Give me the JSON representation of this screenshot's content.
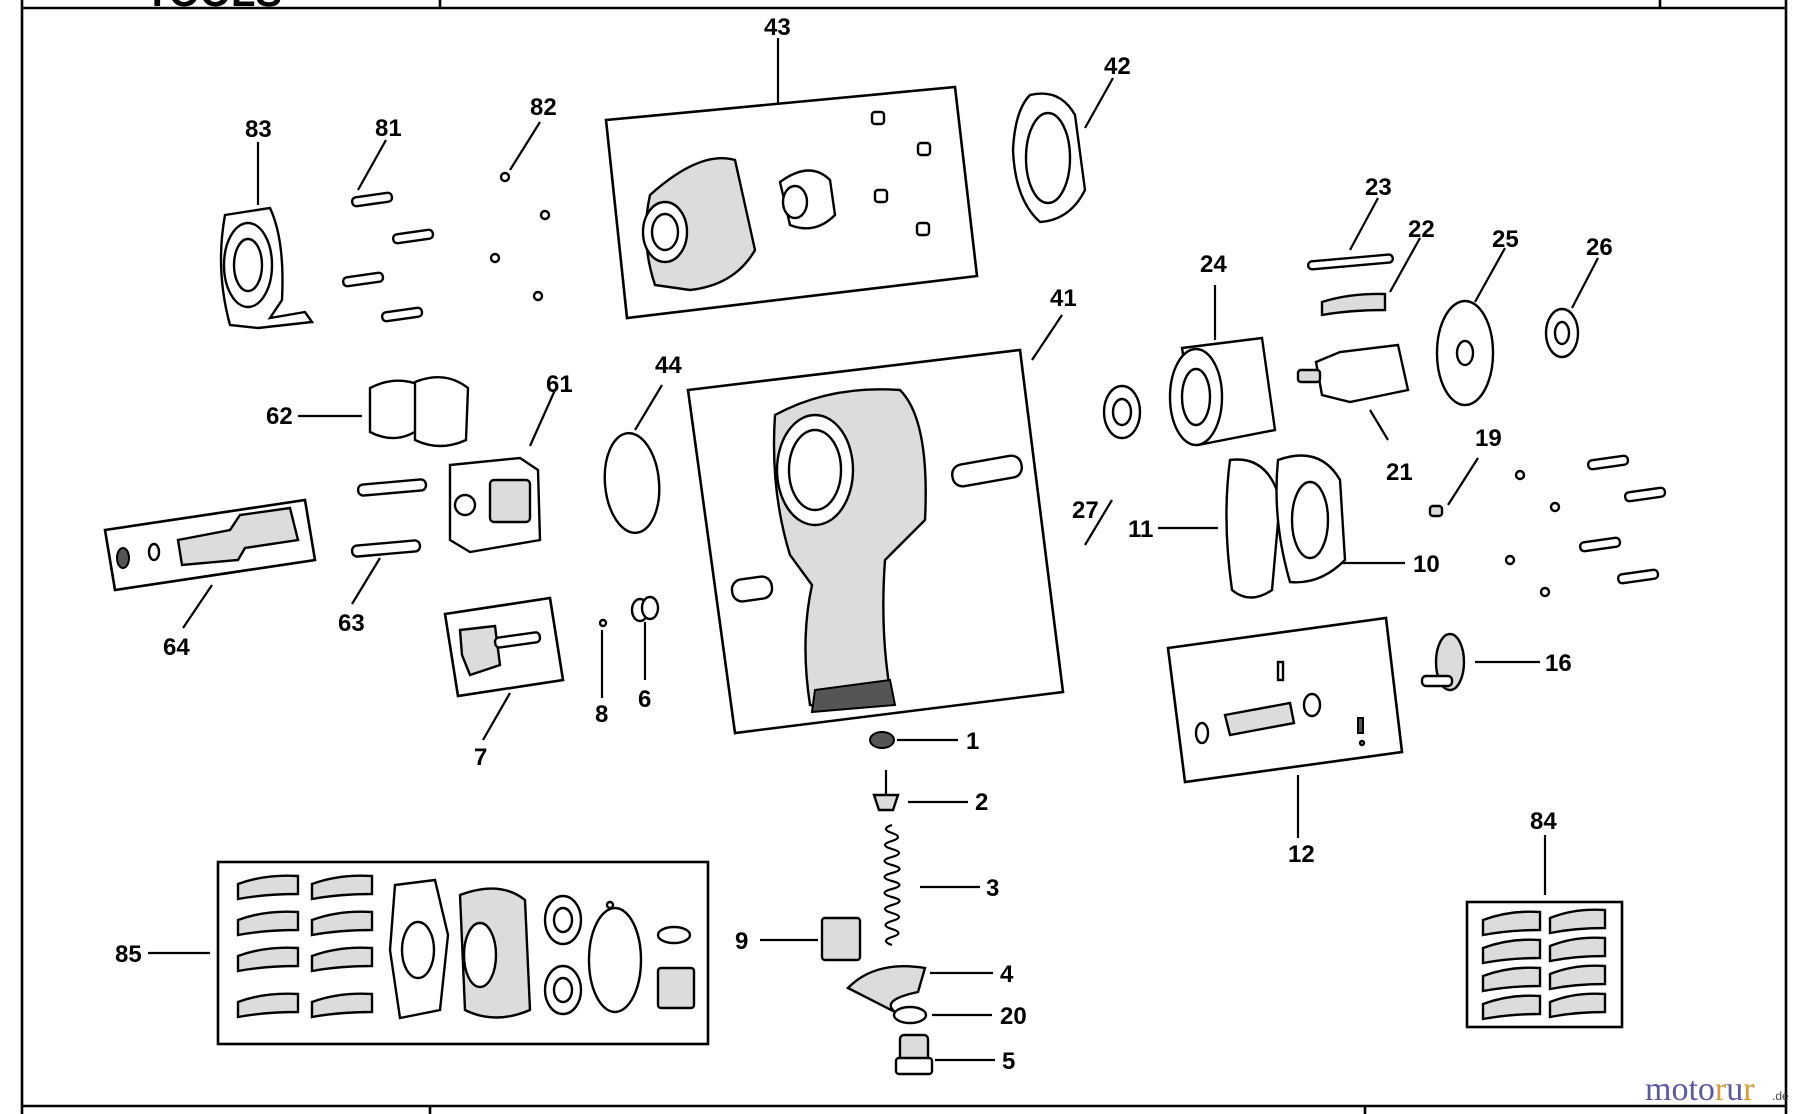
{
  "header": {
    "brand_fragment": "TOOLS"
  },
  "watermark": {
    "part1": "moto",
    "part2": "r",
    "part3": "u",
    "part4": "r",
    "suffix": ".de"
  },
  "callouts": [
    {
      "id": "1"
    },
    {
      "id": "2"
    },
    {
      "id": "3"
    },
    {
      "id": "4"
    },
    {
      "id": "5"
    },
    {
      "id": "6"
    },
    {
      "id": "7"
    },
    {
      "id": "8"
    },
    {
      "id": "9"
    },
    {
      "id": "10"
    },
    {
      "id": "11"
    },
    {
      "id": "12"
    },
    {
      "id": "16"
    },
    {
      "id": "19"
    },
    {
      "id": "20"
    },
    {
      "id": "21"
    },
    {
      "id": "22"
    },
    {
      "id": "23"
    },
    {
      "id": "24"
    },
    {
      "id": "25"
    },
    {
      "id": "26"
    },
    {
      "id": "27"
    },
    {
      "id": "41"
    },
    {
      "id": "42"
    },
    {
      "id": "43"
    },
    {
      "id": "44"
    },
    {
      "id": "61"
    },
    {
      "id": "62"
    },
    {
      "id": "63"
    },
    {
      "id": "64"
    },
    {
      "id": "81"
    },
    {
      "id": "82"
    },
    {
      "id": "83"
    },
    {
      "id": "84"
    },
    {
      "id": "85"
    }
  ],
  "colors": {
    "line": "#000000",
    "paper": "#ffffff",
    "watermark_blue": "#5a5aa0",
    "watermark_orange": "#d89a3a"
  }
}
